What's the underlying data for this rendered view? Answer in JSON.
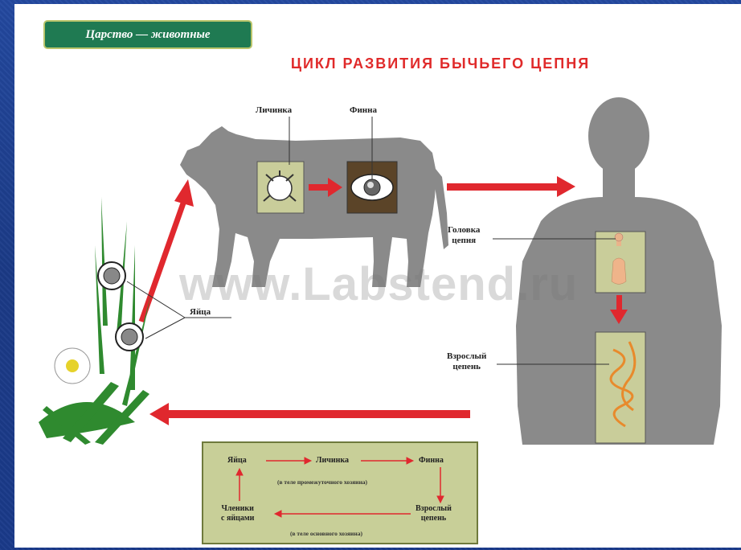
{
  "badge": "Царство — животные",
  "title": "ЦИКЛ РАЗВИТИЯ БЫЧЬЕГО ЦЕПНЯ",
  "watermark": "www.Labstend.ru",
  "labels": {
    "larva": "Личинка",
    "finna": "Финна",
    "head": [
      "Головка",
      "цепня"
    ],
    "adult": [
      "Взрослый",
      "цепень"
    ],
    "eggs": "Яйца"
  },
  "cycle": {
    "eggs": "Яйца",
    "larva": "Личинка",
    "finna": "Финна",
    "adult": [
      "Взрослый",
      "цепень"
    ],
    "segments": [
      "Членики",
      "с яйцами"
    ],
    "note_intermediate": "(в теле промежуточного хозяина)",
    "note_final": "(в теле основного хозяина)"
  },
  "colors": {
    "background": "#1e3d8c",
    "arrow": "#e0282e",
    "silhouette": "#8a8a8a",
    "badge": "#1f7a52",
    "panel": "#c8cf98"
  }
}
